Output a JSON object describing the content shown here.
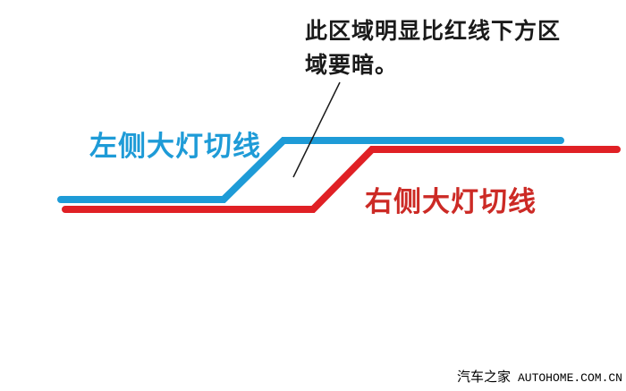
{
  "annotation": {
    "line1": "此区域明显比红线下方区",
    "line2": "域要暗。"
  },
  "labels": {
    "left_cutoff": "左侧大灯切线",
    "right_cutoff": "右侧大灯切线"
  },
  "watermark": {
    "site_name": "汽车之家",
    "site_domain": "AUTOHOME.COM.CN"
  },
  "colors": {
    "blue_line": "#1E9BD7",
    "red_line": "#E02025",
    "blue_text": "#1E9BD7",
    "red_text": "#CC2A25",
    "pointer_line": "#1a1a1a"
  }
}
